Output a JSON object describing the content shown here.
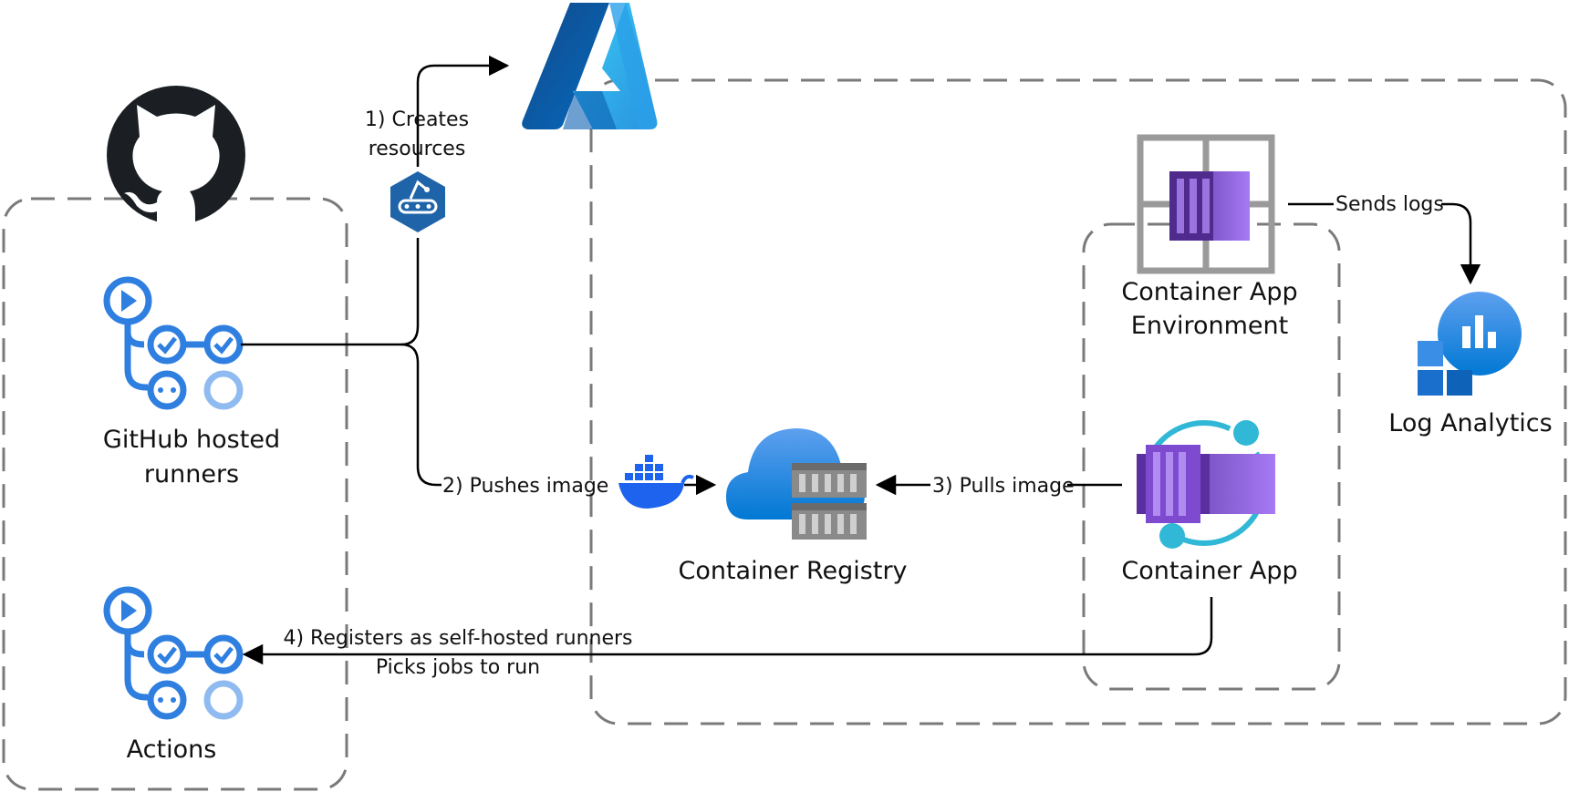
{
  "diagram": {
    "nodes": {
      "github": {
        "icon": "github-octocat-icon"
      },
      "hosted_runners": {
        "label_line1": "GitHub hosted",
        "label_line2": "runners",
        "icon": "workflow-icon"
      },
      "actions": {
        "label": "Actions",
        "icon": "workflow-icon"
      },
      "azure": {
        "icon": "azure-logo-icon"
      },
      "pipeline": {
        "icon": "pipeline-icon"
      },
      "container_registry": {
        "label": "Container Registry",
        "icon": "container-registry-icon"
      },
      "container_app_environment": {
        "label_line1": "Container App",
        "label_line2": "Environment",
        "icon": "container-app-environment-icon"
      },
      "container_app": {
        "label": "Container App",
        "icon": "container-app-icon"
      },
      "log_analytics": {
        "label": "Log Analytics",
        "icon": "log-analytics-icon"
      }
    },
    "edges": {
      "creates_resources": {
        "line1": "1) Creates",
        "line2": "resources"
      },
      "pushes_image": {
        "label": "2) Pushes image",
        "icon": "docker-icon"
      },
      "pulls_image": {
        "label": "3) Pulls image"
      },
      "sends_logs": {
        "label": "Sends logs"
      },
      "registers": {
        "line1": "4) Registers as self-hosted runners",
        "line2": "Picks jobs to run"
      }
    },
    "colors": {
      "github_blue": "#2f7fe0",
      "azure_blue": "#0f6cbd",
      "container_purple": "#7b3fd6",
      "teal": "#30b8d6",
      "border_gray": "#7a7a7a"
    }
  }
}
